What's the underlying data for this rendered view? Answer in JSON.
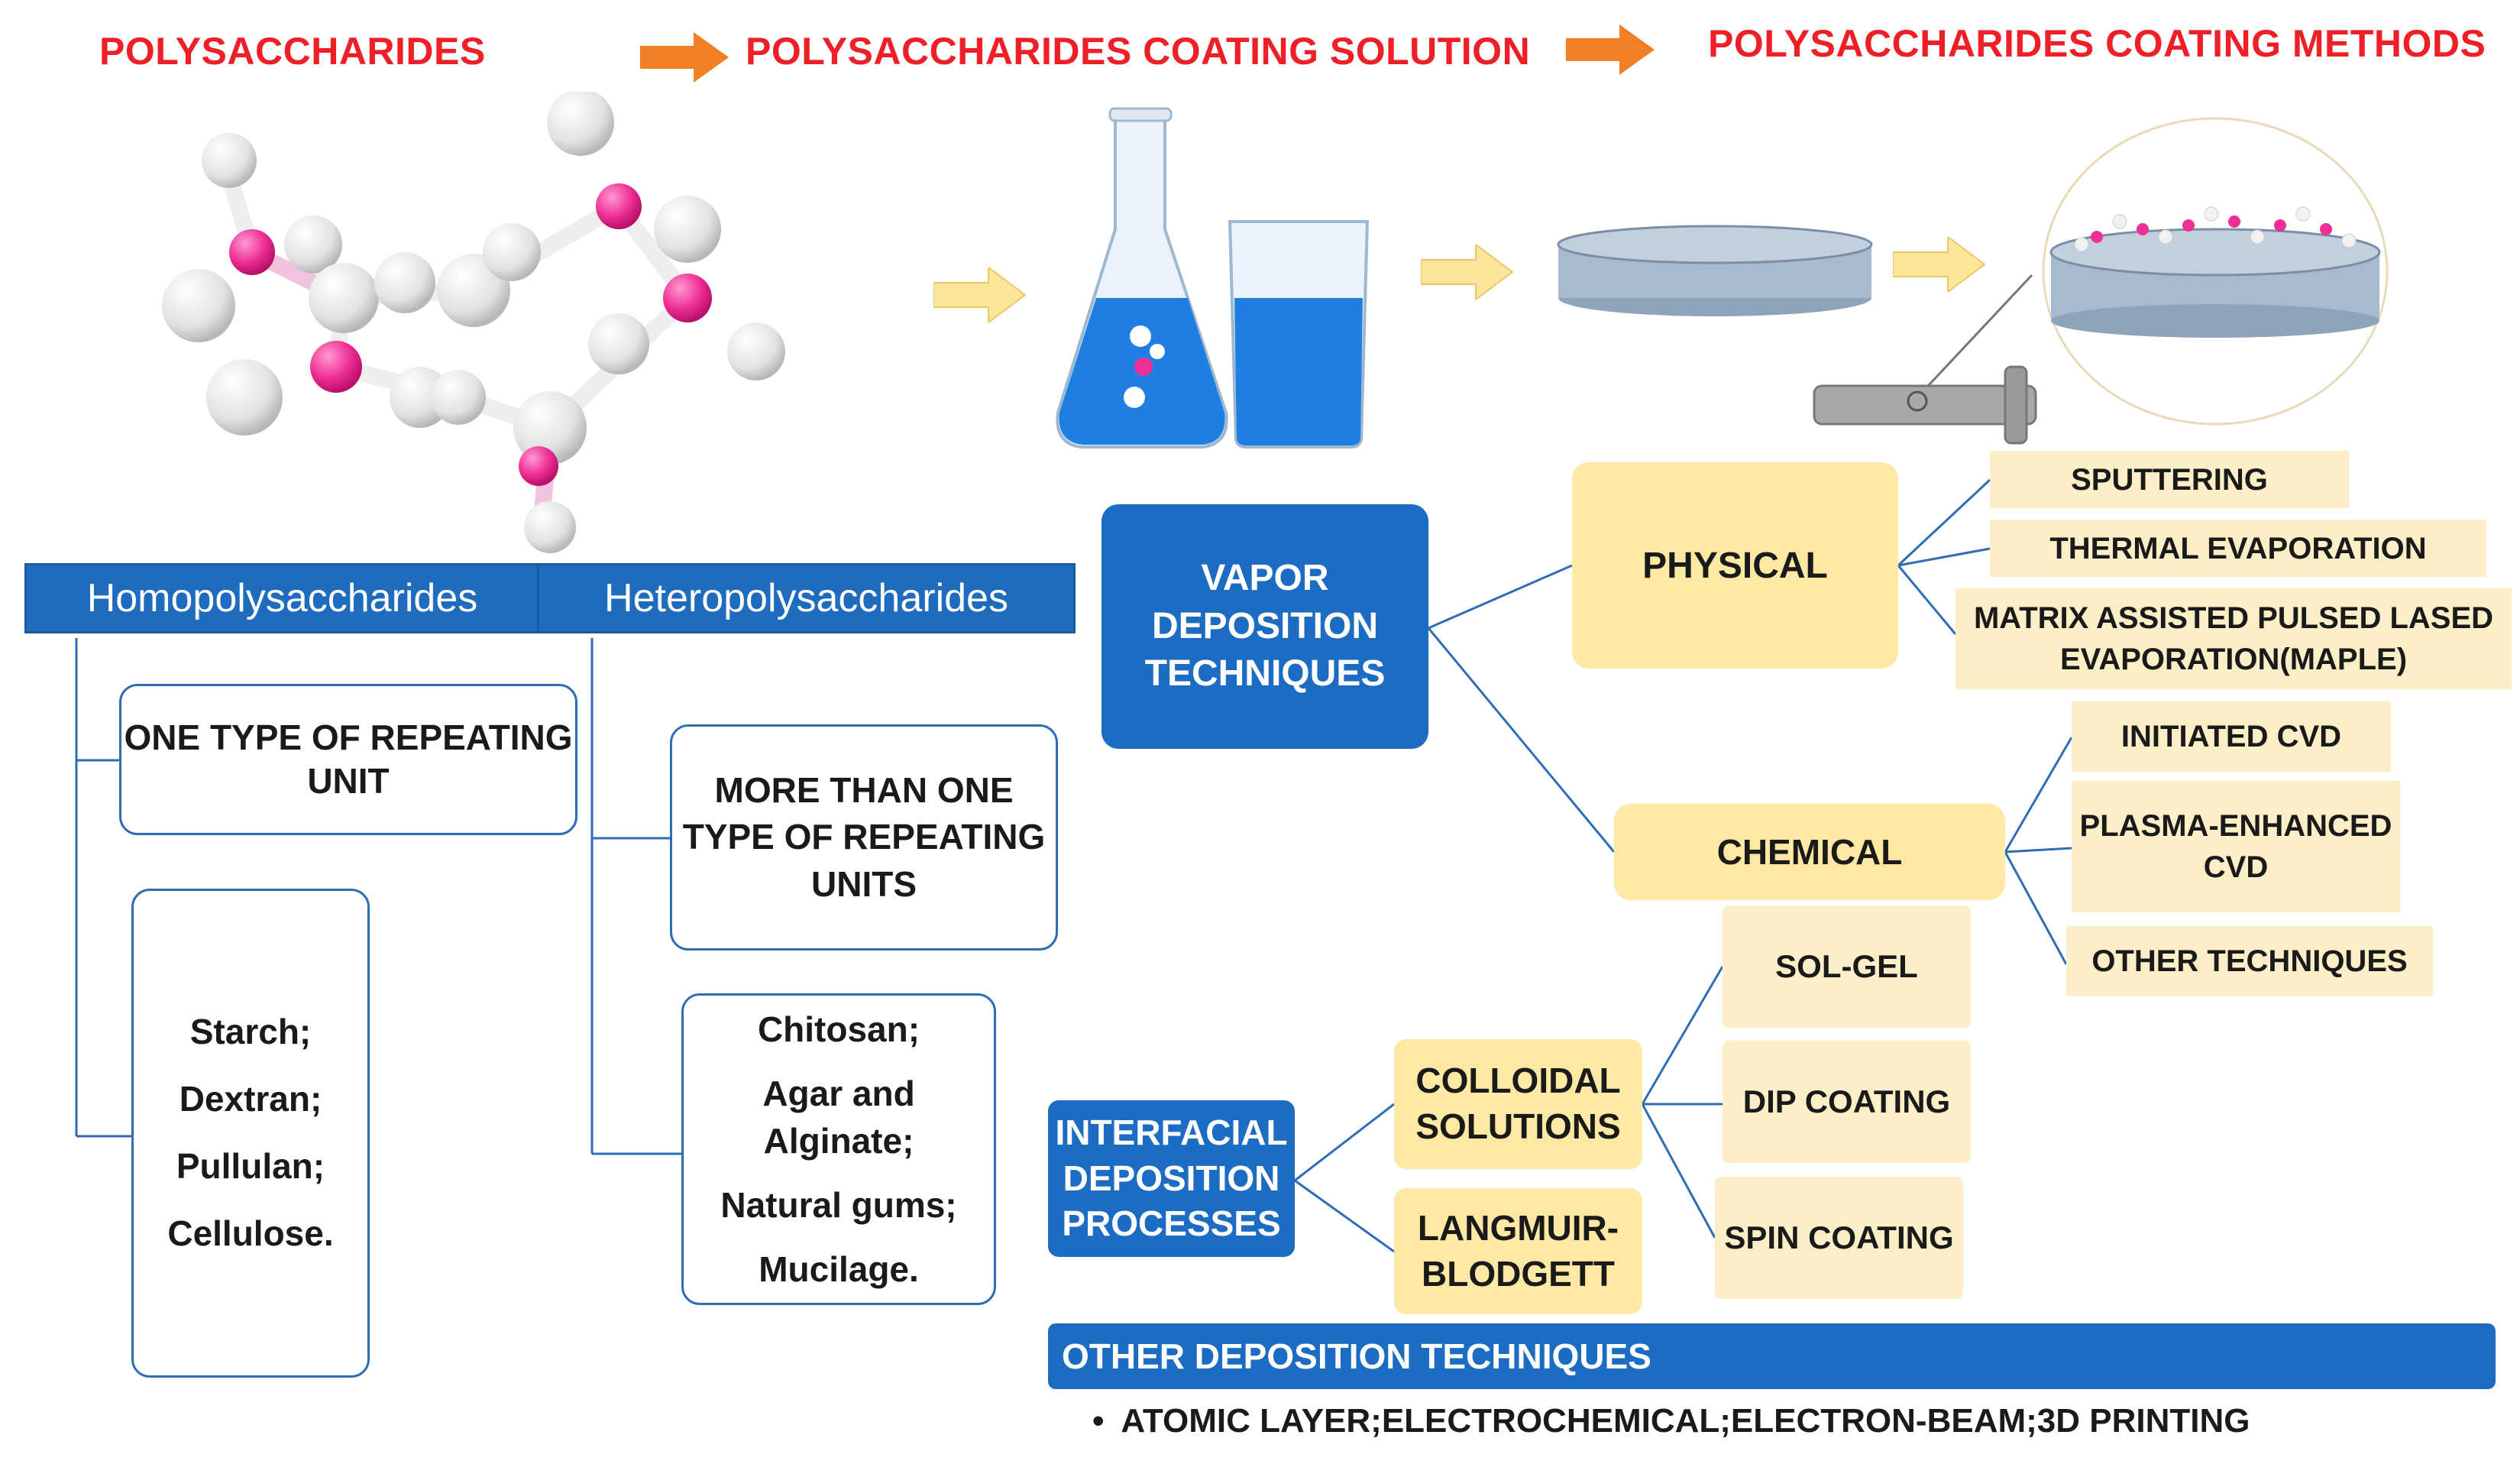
{
  "headers": {
    "h1": "POLYSACCHARIDES",
    "h2": "POLYSACCHARIDES COATING SOLUTION",
    "h3": "POLYSACCHARIDES COATING METHODS"
  },
  "colors": {
    "header_red": "#ee1f26",
    "blue": "#1f6cbf",
    "yellow": "#fde9a4",
    "yellow_light": "#fcefc7",
    "arrow_orange": "#f07f26",
    "arrow_yellow": "#fde69a"
  },
  "left": {
    "homo_label": "Homopolysaccharides",
    "hetero_label": "Heteropolysaccharides",
    "homo_desc": [
      "ONE TYPE OF REPEATING",
      "UNIT"
    ],
    "hetero_desc": [
      "MORE THAN ONE",
      "TYPE OF REPEATING",
      "UNITS"
    ],
    "homo_examples": [
      "Starch;",
      "Dextran;",
      "Pullulan;",
      "Cellulose."
    ],
    "hetero_examples": [
      "Chitosan;",
      "Agar and",
      "Alginate;",
      "Natural gums;",
      "Mucilage."
    ]
  },
  "vapor": {
    "title": [
      "VAPOR",
      "DEPOSITION",
      "TECHNIQUES"
    ],
    "physical": "PHYSICAL",
    "physical_items": [
      "SPUTTERING",
      "THERMAL EVAPORATION"
    ],
    "maple": [
      "MATRIX ASSISTED PULSED LASED",
      "EVAPORATION(MAPLE)"
    ],
    "chemical": "CHEMICAL",
    "chemical_items": [
      "INITIATED CVD",
      "OTHER TECHNIQUES"
    ],
    "pecvd": [
      "PLASMA-ENHANCED",
      "CVD"
    ]
  },
  "interfacial": {
    "title": [
      "INTERFACIAL",
      "DEPOSITION",
      "PROCESSES"
    ],
    "colloidal": [
      "COLLOIDAL",
      "SOLUTIONS"
    ],
    "langmuir": [
      "LANGMUIR-",
      "BLODGETT"
    ],
    "methods": [
      "SOL-GEL",
      "DIP COATING",
      "SPIN COATING"
    ]
  },
  "other": {
    "title": "OTHER DEPOSITION TECHNIQUES",
    "bullet": "•",
    "items": "ATOMIC LAYER;ELECTROCHEMICAL;ELECTRON-BEAM;3D  PRINTING"
  },
  "icons": [
    "molecule-icon",
    "flask-icon",
    "beaker-icon",
    "substrate-disc-icon",
    "coated-substrate-icon",
    "magnifier-pen-icon",
    "orange-arrow-icon",
    "yellow-arrow-icon"
  ]
}
